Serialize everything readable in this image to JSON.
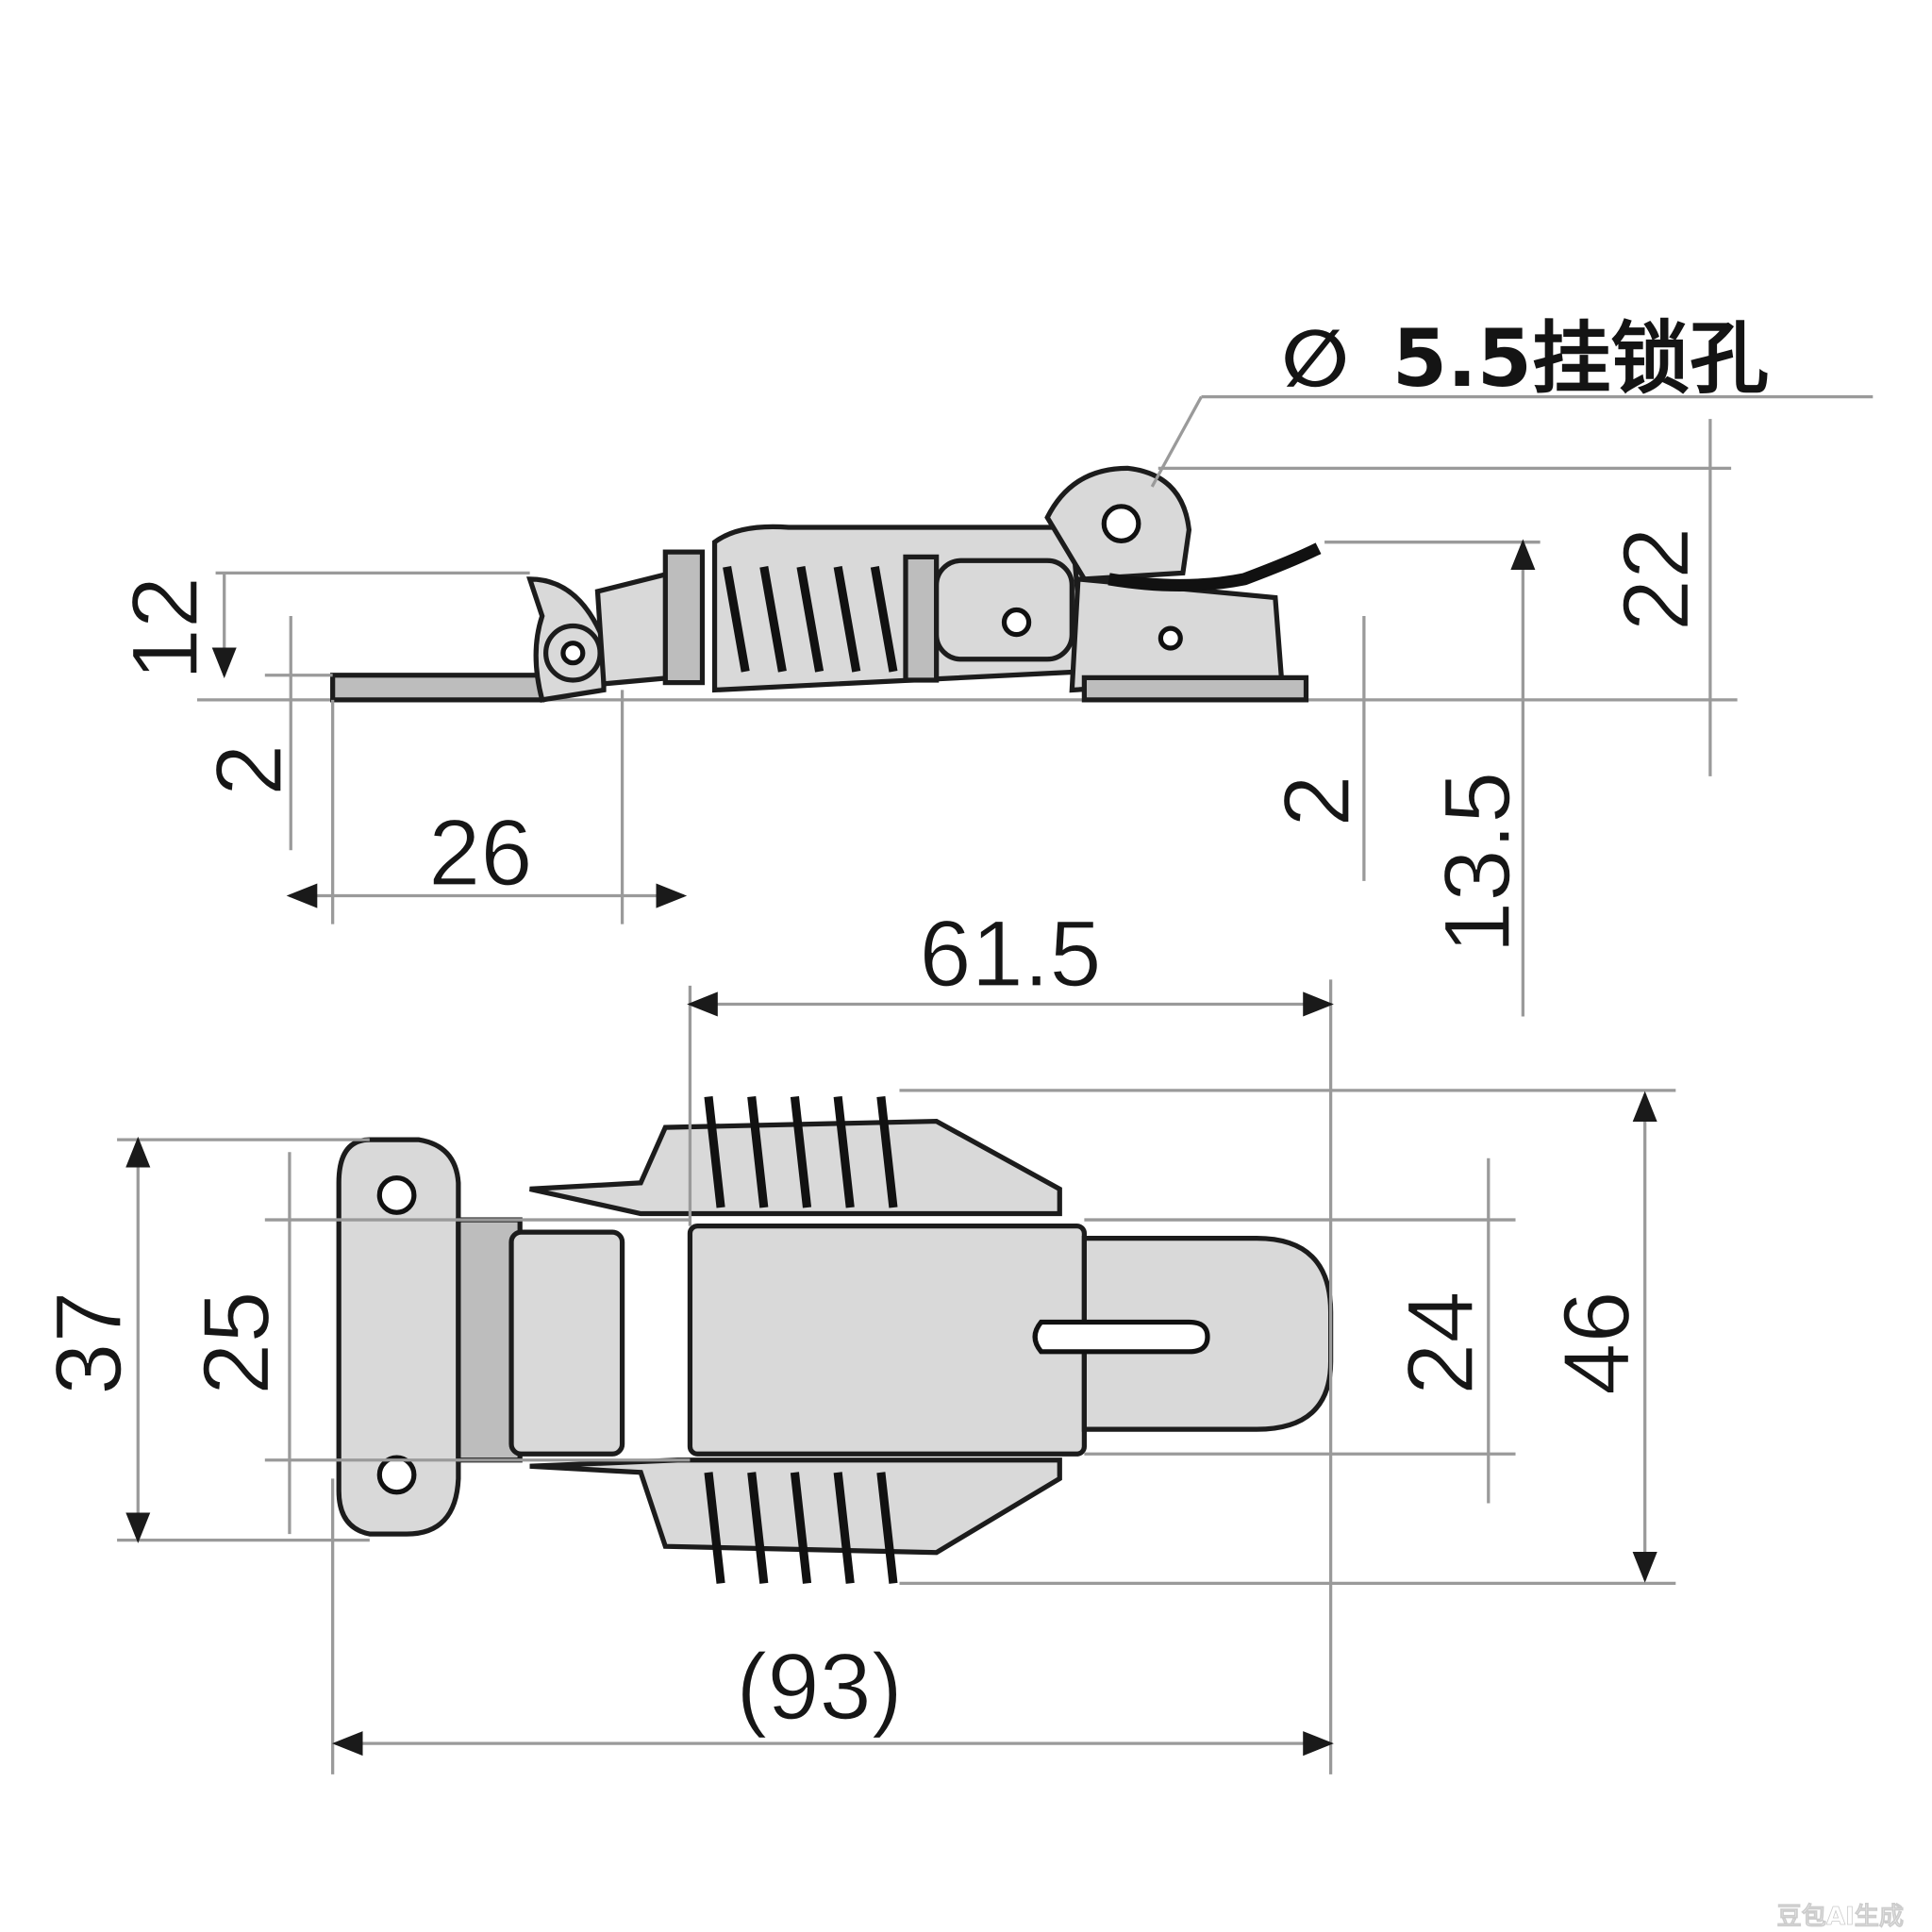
{
  "callout": {
    "symbol": "∅",
    "text": "5.5挂锁孔"
  },
  "side_view": {
    "dims": {
      "height_hook": "12",
      "thickness_left": "2",
      "base_length": "26",
      "thickness_right": "2",
      "height_total": "22",
      "height_keeper": "13.5"
    }
  },
  "top_view": {
    "dims": {
      "latch_length": "61.5",
      "overall_length": "(93)",
      "plate_height": "37",
      "hole_pitch": "25",
      "keeper_width": "24",
      "spring_width": "46"
    }
  },
  "watermark": "豆包AI生成"
}
